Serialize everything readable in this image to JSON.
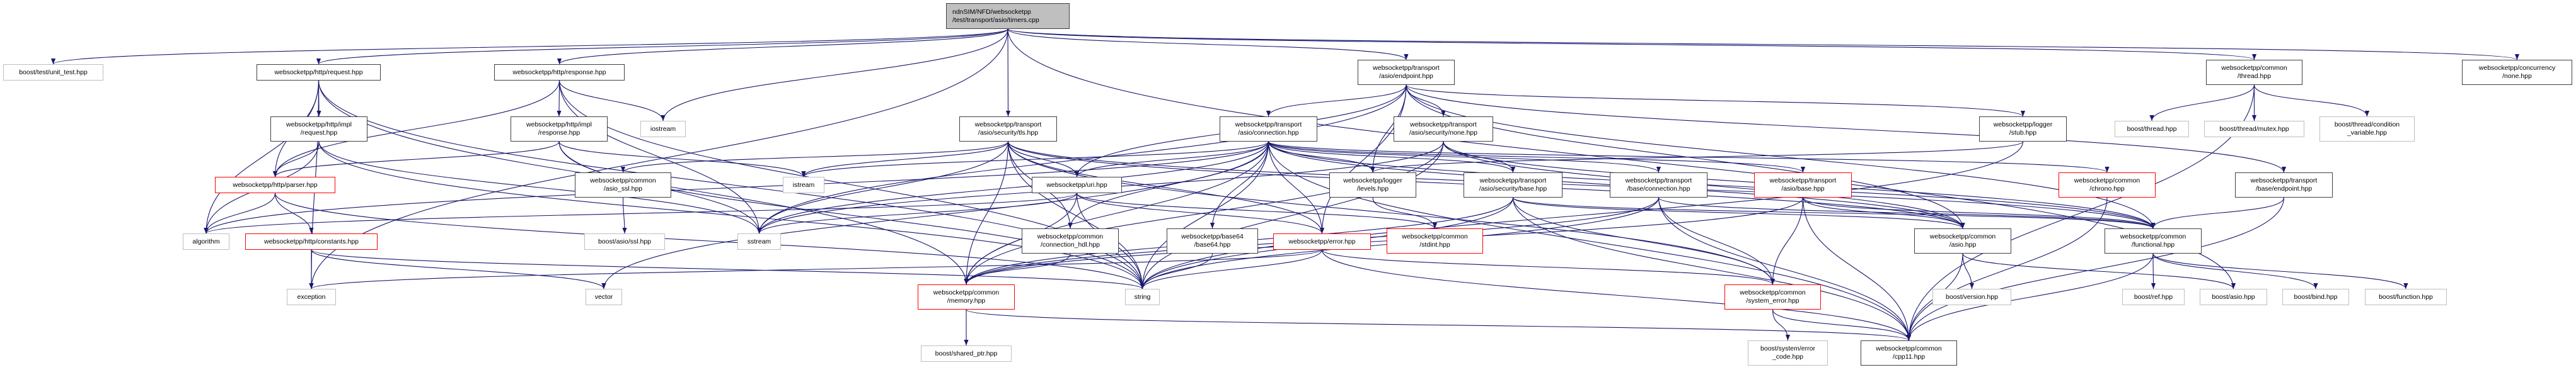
{
  "colors": {
    "edge": "#191970",
    "documented_border": "#404040",
    "truncated_border": "#ff0000",
    "external_border": "#bfbfbf",
    "root_fill": "#bfbfbf"
  },
  "nodes": [
    {
      "id": "root",
      "kind": "root",
      "label": [
        "ndnSIM/NFD/websocketpp",
        "/test/transport/asio/timers.cpp"
      ]
    },
    {
      "id": "unit_test",
      "kind": "ext",
      "label": [
        "boost/test/unit_test.hpp"
      ]
    },
    {
      "id": "request",
      "kind": "doc",
      "label": [
        "websocketpp/http/request.hpp"
      ]
    },
    {
      "id": "response",
      "kind": "doc",
      "label": [
        "websocketpp/http/response.hpp"
      ]
    },
    {
      "id": "endpoint",
      "kind": "doc",
      "label": [
        "websocketpp/transport",
        "/asio/endpoint.hpp"
      ]
    },
    {
      "id": "thread",
      "kind": "doc",
      "label": [
        "websocketpp/common",
        "/thread.hpp"
      ]
    },
    {
      "id": "conc_none",
      "kind": "doc",
      "label": [
        "websocketpp/concurrency",
        "/none.hpp"
      ]
    },
    {
      "id": "impl_request",
      "kind": "doc",
      "label": [
        "websocketpp/http/impl",
        "/request.hpp"
      ]
    },
    {
      "id": "impl_response",
      "kind": "doc",
      "label": [
        "websocketpp/http/impl",
        "/response.hpp"
      ]
    },
    {
      "id": "iostream",
      "kind": "ext",
      "label": [
        "iostream"
      ]
    },
    {
      "id": "tls",
      "kind": "doc",
      "label": [
        "websocketpp/transport",
        "/asio/security/tls.hpp"
      ]
    },
    {
      "id": "connection",
      "kind": "doc",
      "label": [
        "websocketpp/transport",
        "/asio/connection.hpp"
      ]
    },
    {
      "id": "sec_none",
      "kind": "doc",
      "label": [
        "websocketpp/transport",
        "/asio/security/none.hpp"
      ]
    },
    {
      "id": "stub",
      "kind": "doc",
      "label": [
        "websocketpp/logger",
        "/stub.hpp"
      ]
    },
    {
      "id": "b_thread",
      "kind": "ext",
      "label": [
        "boost/thread.hpp"
      ]
    },
    {
      "id": "mutex",
      "kind": "ext",
      "label": [
        "boost/thread/mutex.hpp"
      ]
    },
    {
      "id": "condvar",
      "kind": "ext",
      "label": [
        "boost/thread/condition",
        "_variable.hpp"
      ]
    },
    {
      "id": "parser",
      "kind": "trunc",
      "label": [
        "websocketpp/http/parser.hpp"
      ]
    },
    {
      "id": "asio_ssl",
      "kind": "doc",
      "label": [
        "websocketpp/common",
        "/asio_ssl.hpp"
      ]
    },
    {
      "id": "istream",
      "kind": "ext",
      "label": [
        "istream"
      ]
    },
    {
      "id": "uri",
      "kind": "doc",
      "label": [
        "websocketpp/uri.hpp"
      ]
    },
    {
      "id": "levels",
      "kind": "doc",
      "label": [
        "websocketpp/logger",
        "/levels.hpp"
      ]
    },
    {
      "id": "sec_base",
      "kind": "doc",
      "label": [
        "websocketpp/transport",
        "/asio/security/base.hpp"
      ]
    },
    {
      "id": "base_conn",
      "kind": "doc",
      "label": [
        "websocketpp/transport",
        "/base/connection.hpp"
      ]
    },
    {
      "id": "asio_base",
      "kind": "trunc",
      "label": [
        "websocketpp/transport",
        "/asio/base.hpp"
      ]
    },
    {
      "id": "chrono",
      "kind": "trunc",
      "label": [
        "websocketpp/common",
        "/chrono.hpp"
      ]
    },
    {
      "id": "base_endpoint",
      "kind": "doc",
      "label": [
        "websocketpp/transport",
        "/base/endpoint.hpp"
      ]
    },
    {
      "id": "algorithm",
      "kind": "ext",
      "label": [
        "algorithm"
      ]
    },
    {
      "id": "constants",
      "kind": "trunc",
      "label": [
        "websocketpp/http/constants.hpp"
      ]
    },
    {
      "id": "b_ssl",
      "kind": "ext",
      "label": [
        "boost/asio/ssl.hpp"
      ]
    },
    {
      "id": "sstream",
      "kind": "ext",
      "label": [
        "sstream"
      ]
    },
    {
      "id": "conn_hdl",
      "kind": "doc",
      "label": [
        "websocketpp/common",
        "/connection_hdl.hpp"
      ]
    },
    {
      "id": "base64",
      "kind": "doc",
      "label": [
        "websocketpp/base64",
        "/base64.hpp"
      ]
    },
    {
      "id": "error",
      "kind": "trunc",
      "label": [
        "websocketpp/error.hpp"
      ]
    },
    {
      "id": "stdint",
      "kind": "trunc",
      "label": [
        "websocketpp/common",
        "/stdint.hpp"
      ]
    },
    {
      "id": "c_asio",
      "kind": "doc",
      "label": [
        "websocketpp/common",
        "/asio.hpp"
      ]
    },
    {
      "id": "functional",
      "kind": "doc",
      "label": [
        "websocketpp/common",
        "/functional.hpp"
      ]
    },
    {
      "id": "exception",
      "kind": "ext",
      "label": [
        "exception"
      ]
    },
    {
      "id": "vector",
      "kind": "ext",
      "label": [
        "vector"
      ]
    },
    {
      "id": "string",
      "kind": "ext",
      "label": [
        "string"
      ]
    },
    {
      "id": "memory",
      "kind": "trunc",
      "label": [
        "websocketpp/common",
        "/memory.hpp"
      ]
    },
    {
      "id": "system_error",
      "kind": "trunc",
      "label": [
        "websocketpp/common",
        "/system_error.hpp"
      ]
    },
    {
      "id": "b_version",
      "kind": "ext",
      "label": [
        "boost/version.hpp"
      ]
    },
    {
      "id": "b_ref",
      "kind": "ext",
      "label": [
        "boost/ref.hpp"
      ]
    },
    {
      "id": "b_asio",
      "kind": "ext",
      "label": [
        "boost/asio.hpp"
      ]
    },
    {
      "id": "b_bind",
      "kind": "ext",
      "label": [
        "boost/bind.hpp"
      ]
    },
    {
      "id": "b_function",
      "kind": "ext",
      "label": [
        "boost/function.hpp"
      ]
    },
    {
      "id": "shared_ptr",
      "kind": "ext",
      "label": [
        "boost/shared_ptr.hpp"
      ]
    },
    {
      "id": "error_code",
      "kind": "ext",
      "label": [
        "boost/system/error",
        "_code.hpp"
      ]
    },
    {
      "id": "cpp11",
      "kind": "doc",
      "label": [
        "websocketpp/common",
        "/cpp11.hpp"
      ]
    }
  ],
  "edges": [
    [
      "root",
      "unit_test"
    ],
    [
      "root",
      "request"
    ],
    [
      "root",
      "response"
    ],
    [
      "root",
      "iostream"
    ],
    [
      "root",
      "exception"
    ],
    [
      "root",
      "endpoint"
    ],
    [
      "root",
      "tls"
    ],
    [
      "root",
      "thread"
    ],
    [
      "root",
      "conc_none"
    ],
    [
      "root",
      "b_asio"
    ],
    [
      "request",
      "impl_request"
    ],
    [
      "request",
      "parser"
    ],
    [
      "request",
      "algorithm"
    ],
    [
      "request",
      "exception"
    ],
    [
      "request",
      "memory"
    ],
    [
      "request",
      "string"
    ],
    [
      "impl_request",
      "parser"
    ],
    [
      "impl_request",
      "algorithm"
    ],
    [
      "impl_request",
      "string"
    ],
    [
      "impl_request",
      "sstream"
    ],
    [
      "parser",
      "algorithm"
    ],
    [
      "parser",
      "constants"
    ],
    [
      "parser",
      "string"
    ],
    [
      "constants",
      "exception"
    ],
    [
      "constants",
      "vector"
    ],
    [
      "constants",
      "string"
    ],
    [
      "response",
      "impl_response"
    ],
    [
      "response",
      "parser"
    ],
    [
      "response",
      "iostream"
    ],
    [
      "response",
      "string"
    ],
    [
      "response",
      "sstream"
    ],
    [
      "impl_response",
      "parser"
    ],
    [
      "impl_response",
      "string"
    ],
    [
      "impl_response",
      "sstream"
    ],
    [
      "impl_response",
      "istream"
    ],
    [
      "tls",
      "asio_ssl"
    ],
    [
      "tls",
      "memory"
    ],
    [
      "tls",
      "conn_hdl"
    ],
    [
      "tls",
      "uri"
    ],
    [
      "tls",
      "error"
    ],
    [
      "tls",
      "string"
    ],
    [
      "tls",
      "sstream"
    ],
    [
      "tls",
      "istream"
    ],
    [
      "tls",
      "functional"
    ],
    [
      "tls",
      "system_error"
    ],
    [
      "tls",
      "c_asio"
    ],
    [
      "asio_ssl",
      "b_ssl"
    ],
    [
      "endpoint",
      "connection"
    ],
    [
      "endpoint",
      "sec_none"
    ],
    [
      "endpoint",
      "levels"
    ],
    [
      "endpoint",
      "uri"
    ],
    [
      "endpoint",
      "stub"
    ],
    [
      "endpoint",
      "base_endpoint"
    ],
    [
      "endpoint",
      "functional"
    ],
    [
      "endpoint",
      "c_asio"
    ],
    [
      "endpoint",
      "sstream"
    ],
    [
      "endpoint",
      "error"
    ],
    [
      "connection",
      "uri"
    ],
    [
      "connection",
      "conn_hdl"
    ],
    [
      "connection",
      "base64"
    ],
    [
      "connection",
      "error"
    ],
    [
      "connection",
      "levels"
    ],
    [
      "connection",
      "memory"
    ],
    [
      "connection",
      "string"
    ],
    [
      "connection",
      "sstream"
    ],
    [
      "connection",
      "vector"
    ],
    [
      "connection",
      "istream"
    ],
    [
      "connection",
      "base_conn"
    ],
    [
      "connection",
      "asio_base"
    ],
    [
      "connection",
      "sec_base"
    ],
    [
      "connection",
      "functional"
    ],
    [
      "connection",
      "c_asio"
    ],
    [
      "connection",
      "cpp11"
    ],
    [
      "connection",
      "chrono"
    ],
    [
      "connection",
      "algorithm"
    ],
    [
      "sec_none",
      "sec_base"
    ],
    [
      "sec_none",
      "memory"
    ],
    [
      "sec_none",
      "string"
    ],
    [
      "sec_none",
      "sstream"
    ],
    [
      "sec_none",
      "c_asio"
    ],
    [
      "sec_none",
      "functional"
    ],
    [
      "sec_base",
      "system_error"
    ],
    [
      "sec_base",
      "cpp11"
    ],
    [
      "sec_base",
      "c_asio"
    ],
    [
      "sec_base",
      "functional"
    ],
    [
      "sec_base",
      "memory"
    ],
    [
      "sec_base",
      "string"
    ],
    [
      "base_conn",
      "system_error"
    ],
    [
      "base_conn",
      "cpp11"
    ],
    [
      "base_conn",
      "memory"
    ],
    [
      "base_conn",
      "functional"
    ],
    [
      "base_conn",
      "string"
    ],
    [
      "asio_base",
      "system_error"
    ],
    [
      "asio_base",
      "c_asio"
    ],
    [
      "asio_base",
      "cpp11"
    ],
    [
      "asio_base",
      "functional"
    ],
    [
      "asio_base",
      "memory"
    ],
    [
      "uri",
      "error"
    ],
    [
      "uri",
      "stdint"
    ],
    [
      "uri",
      "memory"
    ],
    [
      "uri",
      "string"
    ],
    [
      "uri",
      "sstream"
    ],
    [
      "uri",
      "algorithm"
    ],
    [
      "levels",
      "stdint"
    ],
    [
      "base64",
      "string"
    ],
    [
      "error",
      "system_error"
    ],
    [
      "error",
      "cpp11"
    ],
    [
      "error",
      "exception"
    ],
    [
      "error",
      "string"
    ],
    [
      "memory",
      "shared_ptr"
    ],
    [
      "memory",
      "cpp11"
    ],
    [
      "stub",
      "levels"
    ],
    [
      "stub",
      "string"
    ],
    [
      "c_asio",
      "b_version"
    ],
    [
      "c_asio",
      "b_asio"
    ],
    [
      "c_asio",
      "cpp11"
    ],
    [
      "functional",
      "b_ref"
    ],
    [
      "functional",
      "b_bind"
    ],
    [
      "functional",
      "b_function"
    ],
    [
      "functional",
      "cpp11"
    ],
    [
      "chrono",
      "cpp11"
    ],
    [
      "system_error",
      "error_code"
    ],
    [
      "system_error",
      "cpp11"
    ],
    [
      "thread",
      "b_thread"
    ],
    [
      "thread",
      "mutex"
    ],
    [
      "thread",
      "condvar"
    ],
    [
      "thread",
      "cpp11"
    ],
    [
      "base_endpoint",
      "functional"
    ],
    [
      "base_endpoint",
      "cpp11"
    ],
    [
      "conn_hdl",
      "memory"
    ]
  ]
}
